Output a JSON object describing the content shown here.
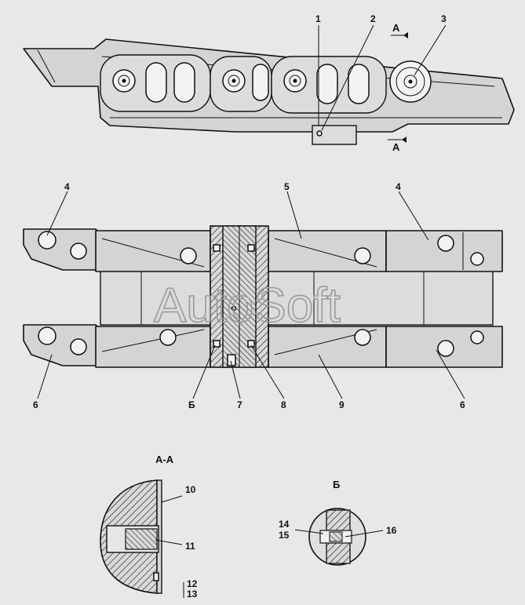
{
  "watermark": "AutoSoft",
  "top_view": {
    "callouts": [
      "1",
      "2",
      "3"
    ],
    "section_mark_top": "A",
    "section_mark_bottom": "A"
  },
  "plan_view": {
    "callouts_top": [
      "4",
      "5",
      "4"
    ],
    "callouts_bottom": [
      "6",
      "Б",
      "7",
      "8",
      "9",
      "6"
    ]
  },
  "detail_aa": {
    "title": "А-А",
    "callouts": [
      "10",
      "11",
      "12",
      "13"
    ]
  },
  "detail_b": {
    "title": "Б",
    "callouts": [
      "14",
      "15",
      "16"
    ]
  },
  "colors": {
    "background": "#e8e8e8",
    "line": "#111111",
    "fill": "#d4d4d4",
    "watermark": "#9a9a9a"
  }
}
